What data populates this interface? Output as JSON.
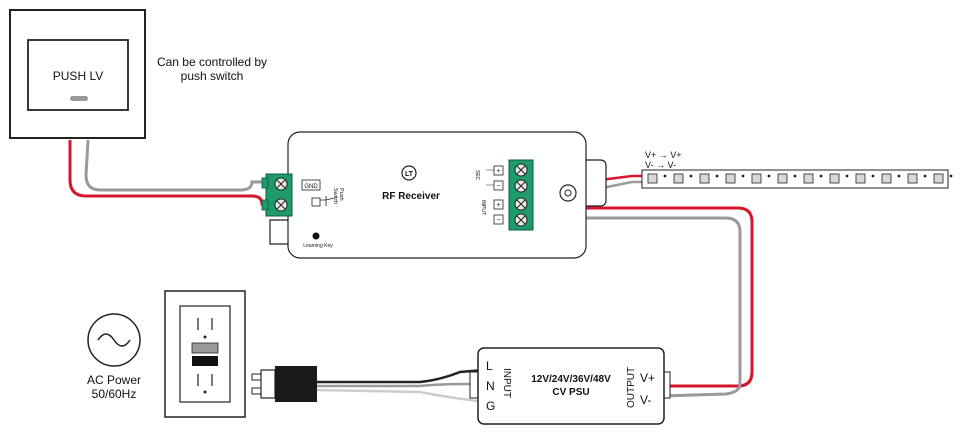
{
  "push_switch": {
    "label": "PUSH LV",
    "caption_line1": "Can be controlled by",
    "caption_line2": "push switch"
  },
  "receiver": {
    "title": "RF Receiver",
    "logo": "LT",
    "gnd": "GND",
    "push_switch_line1": "Push",
    "push_switch_line2": "Switch",
    "learning_key": "Learning Key",
    "sec": "SEC",
    "input": "INPUT"
  },
  "led_strip": {
    "vplus_line": "V+ → V+",
    "vminus_line": "V- → V-"
  },
  "ac_power": {
    "line1": "AC Power",
    "line2": "50/60Hz"
  },
  "psu": {
    "line1": "12V/24V/36V/48V",
    "line2": "CV PSU",
    "input_label": "INPUT",
    "output_label": "OUTPUT",
    "l": "L",
    "n": "N",
    "g": "G",
    "vplus": "V+",
    "vminus": "V-"
  },
  "colors": {
    "red_wire": "#d6162c",
    "gray_wire": "#9a9a9a",
    "terminal_green": "#1f9a6a",
    "outline": "#222222"
  }
}
